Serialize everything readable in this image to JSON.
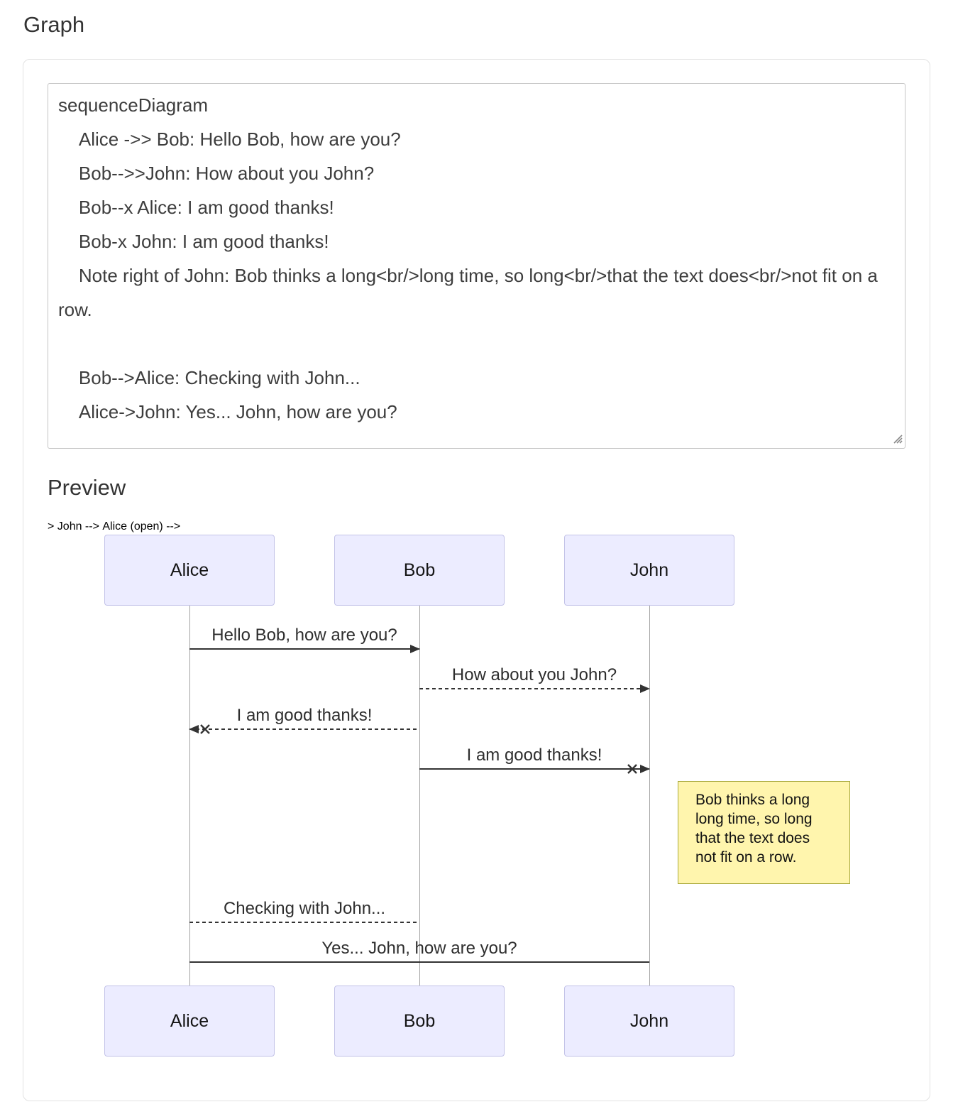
{
  "page": {
    "graph_title": "Graph",
    "preview_title": "Preview"
  },
  "editor": {
    "code": "sequenceDiagram\n    Alice ->> Bob: Hello Bob, how are you?\n    Bob-->>John: How about you John?\n    Bob--x Alice: I am good thanks!\n    Bob-x John: I am good thanks!\n    Note right of John: Bob thinks a long<br/>long time, so long<br/>that the text does<br/>not fit on a row.\n\n    Bob-->Alice: Checking with John...\n    Alice->John: Yes... John, how are you?"
  },
  "diagram": {
    "type": "sequence",
    "actors": [
      "Alice",
      "Bob",
      "John"
    ],
    "messages": [
      {
        "from": "Alice",
        "to": "Bob",
        "text": "Hello Bob, how are you?",
        "line": "solid",
        "arrow": "filled"
      },
      {
        "from": "Bob",
        "to": "John",
        "text": "How about you John?",
        "line": "dashed",
        "arrow": "filled"
      },
      {
        "from": "Bob",
        "to": "Alice",
        "text": "I am good thanks!",
        "line": "dashed",
        "arrow": "cross"
      },
      {
        "from": "Bob",
        "to": "John",
        "text": "I am good thanks!",
        "line": "solid",
        "arrow": "cross"
      },
      {
        "from": "Bob",
        "to": "Alice",
        "text": "Checking with John...",
        "line": "dashed",
        "arrow": "none"
      },
      {
        "from": "Alice",
        "to": "John",
        "text": "Yes... John, how are you?",
        "line": "solid",
        "arrow": "none"
      }
    ],
    "note": {
      "position": "right of John",
      "text": "Bob thinks a long\nlong time, so long\nthat the text does\nnot fit on a row."
    },
    "colors": {
      "actor_fill": "#ECECFF",
      "actor_border": "#C3C3E8",
      "note_fill": "#FFF5AD",
      "note_border": "#A8A83C",
      "message_line": "#333333"
    }
  }
}
